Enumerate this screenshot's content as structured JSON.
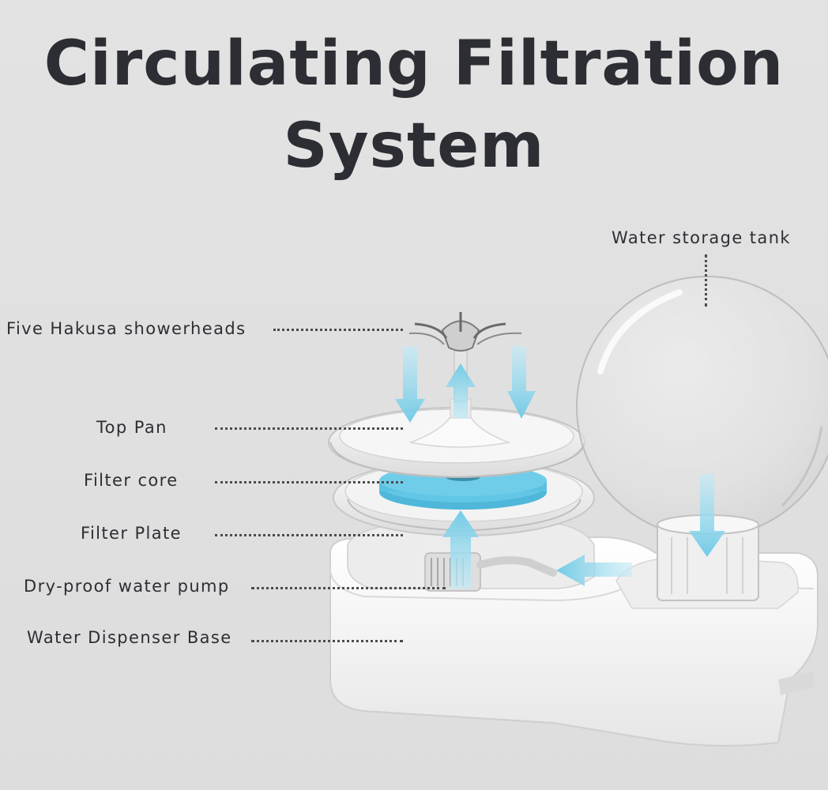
{
  "title": {
    "line1": "Circulating Filtration",
    "line2": "System"
  },
  "labels": {
    "showerheads": "Five Hakusa showerheads",
    "top_pan": "Top Pan",
    "filter_core": "Filter core",
    "filter_plate": "Filter Plate",
    "pump": "Dry-proof water pump",
    "base": "Water Dispenser Base",
    "tank": "Water storage tank"
  },
  "colors": {
    "background": "#e1e1e1",
    "text": "#2c2e33",
    "filter_core": "#5cc4e4",
    "flow_arrow": "#8fd3ea"
  }
}
